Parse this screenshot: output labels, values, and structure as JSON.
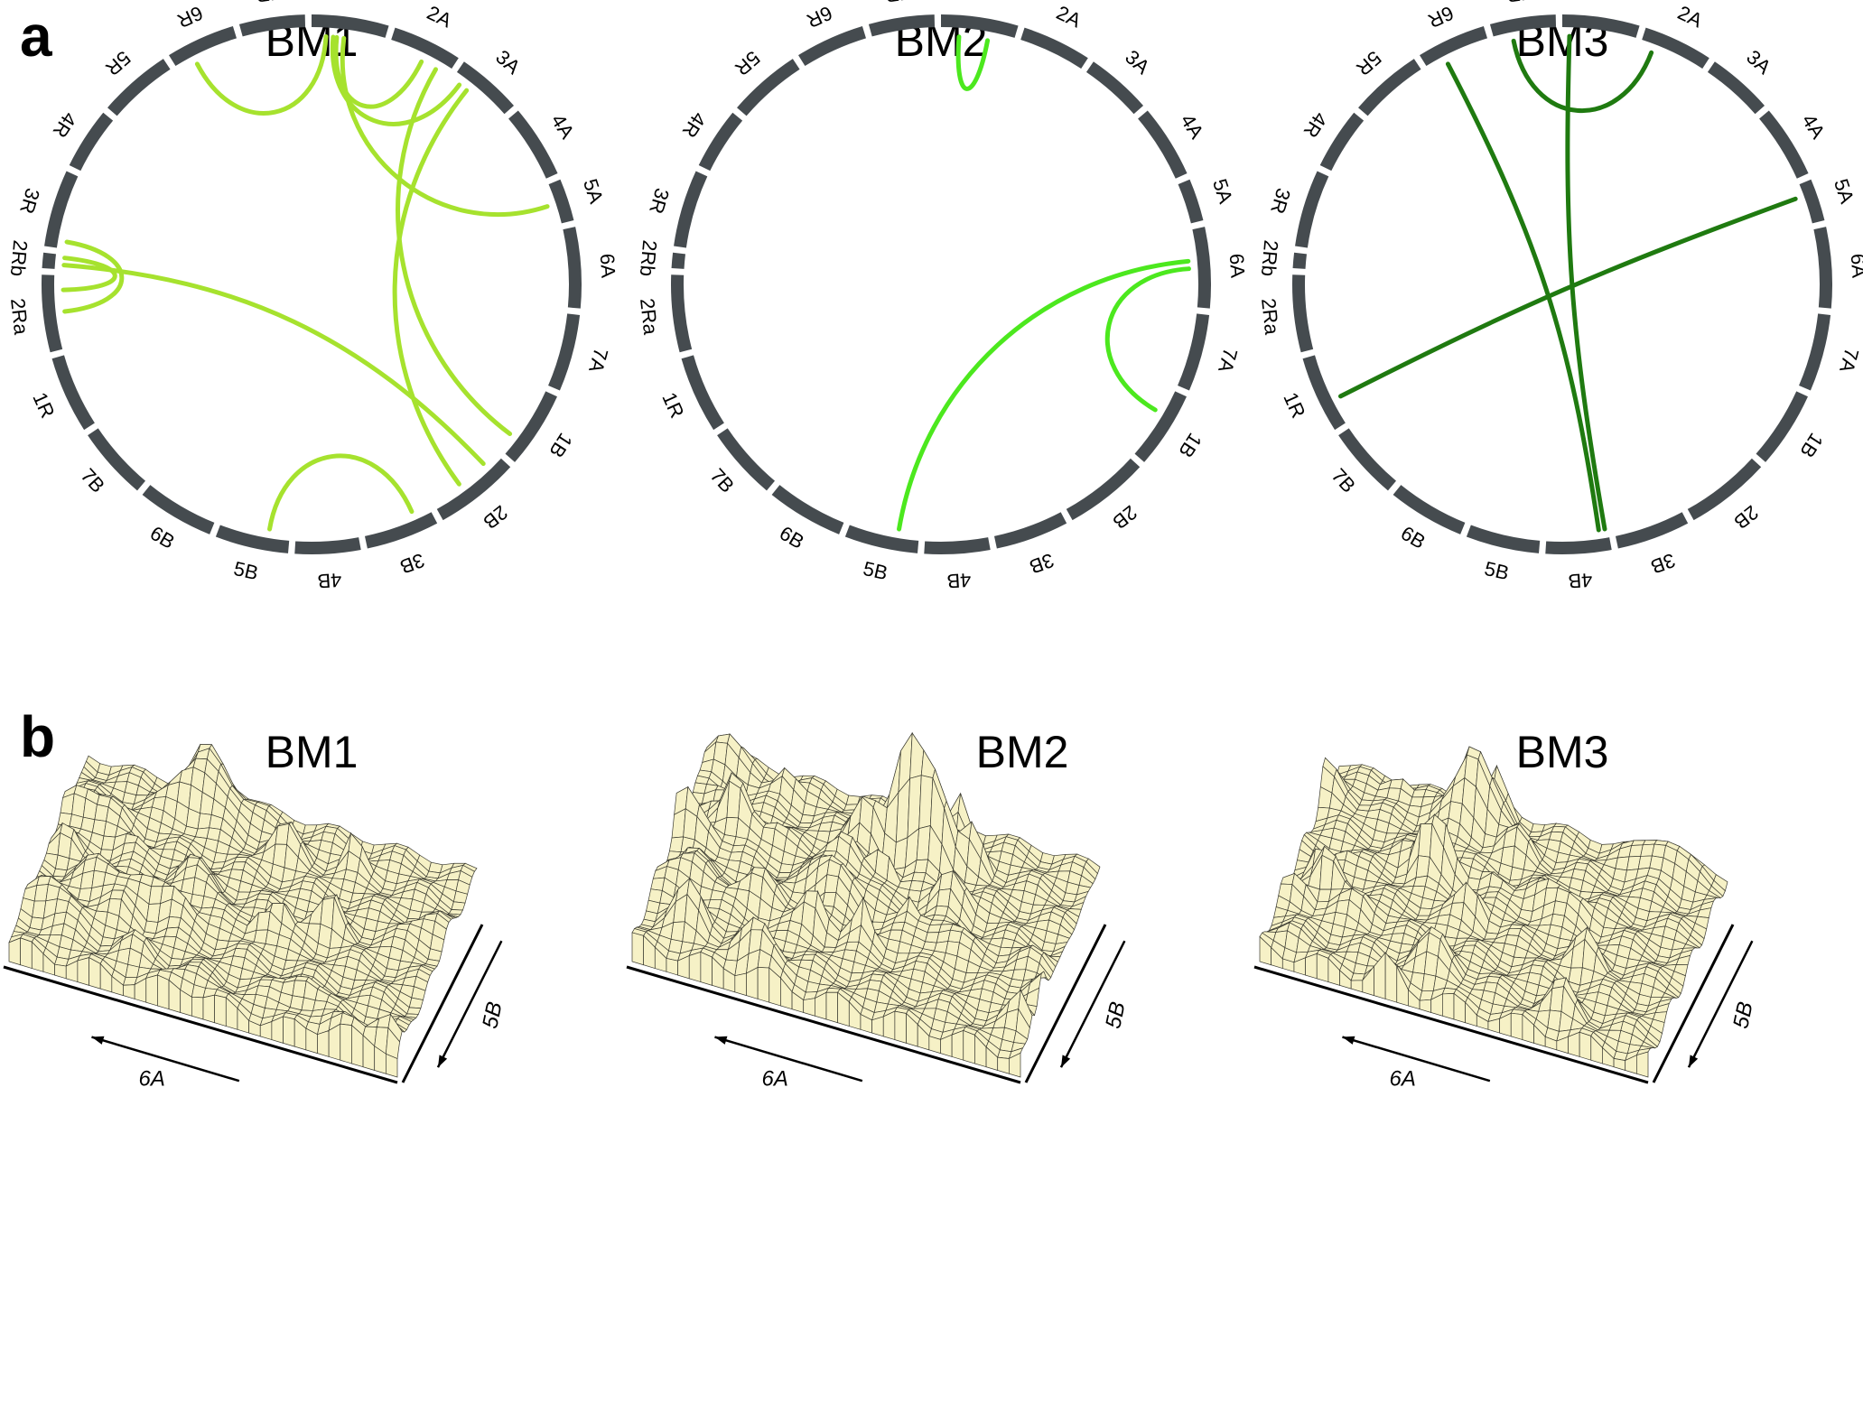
{
  "panel_a": {
    "letter": "a",
    "segment_color": "#454b4f",
    "segments": [
      "1A",
      "2A",
      "3A",
      "4A",
      "5A",
      "6A",
      "7A",
      "1B",
      "2B",
      "3B",
      "4B",
      "5B",
      "6B",
      "7B",
      "1R",
      "2Ra",
      "2Rb",
      "3R",
      "4R",
      "5R",
      "6R",
      "7R"
    ],
    "segment_weights": [
      1.0,
      0.9,
      0.85,
      0.95,
      0.55,
      1.05,
      1.0,
      1.0,
      1.1,
      0.95,
      0.85,
      0.95,
      1.0,
      0.95,
      1.0,
      1.0,
      0.2,
      1.0,
      0.8,
      0.95,
      0.9,
      0.85
    ],
    "circles": [
      {
        "title": "BM1",
        "link_color": "#a6e22e",
        "links": [
          {
            "from": "1A",
            "f": 0.2,
            "to": "6R",
            "t": 0.3
          },
          {
            "from": "1A",
            "f": 0.35,
            "to": "2A",
            "t": 0.55
          },
          {
            "from": "1A",
            "f": 0.3,
            "to": "3A",
            "t": 0.15
          },
          {
            "from": "1A",
            "f": 0.45,
            "to": "5A",
            "t": 0.5
          },
          {
            "from": "2A",
            "f": 0.8,
            "to": "1B",
            "t": 0.75
          },
          {
            "from": "3A",
            "f": 0.3,
            "to": "2B",
            "t": 0.6
          },
          {
            "from": "2Rb",
            "f": 0.3,
            "to": "2B",
            "t": 0.2
          },
          {
            "from": "2Rb",
            "f": 0.8,
            "to": "2Ra",
            "t": 0.8
          },
          {
            "from": "3R",
            "f": 0.1,
            "to": "2Ra",
            "t": 0.5
          },
          {
            "from": "3B",
            "f": 0.25,
            "to": "5B",
            "t": 0.3
          }
        ]
      },
      {
        "title": "BM2",
        "link_color": "#4ce81e",
        "links": [
          {
            "from": "1A",
            "f": 0.25,
            "to": "1A",
            "t": 0.65
          },
          {
            "from": "6A",
            "f": 0.4,
            "to": "5B",
            "t": 0.3
          },
          {
            "from": "6A",
            "f": 0.5,
            "to": "1B",
            "t": 0.35
          }
        ]
      },
      {
        "title": "BM3",
        "link_color": "#1f7a10",
        "links": [
          {
            "from": "6R",
            "f": 0.3,
            "to": "4B",
            "t": 0.15
          },
          {
            "from": "1A",
            "f": 0.1,
            "to": "4B",
            "t": 0.05
          },
          {
            "from": "7R",
            "f": 0.3,
            "to": "2A",
            "t": 0.2
          },
          {
            "from": "5A",
            "f": 0.3,
            "to": "1R",
            "t": 0.35
          }
        ]
      }
    ]
  },
  "panel_b": {
    "letter": "b",
    "surface_color": "#f6f1c6",
    "peak_color": "#e0241b",
    "mesh_color": "#3a3a30",
    "x_axis_label": "6A",
    "y_axis_label": "5B",
    "plots": [
      {
        "title": "BM1",
        "seed": 11,
        "base": 0.16,
        "amp": 0.55,
        "peaks": [
          [
            0.55,
            0.8,
            0.28
          ],
          [
            0.35,
            0.55,
            0.18
          ],
          [
            0.7,
            0.5,
            0.15
          ]
        ],
        "red_threshold": 2.0
      },
      {
        "title": "BM2",
        "seed": 23,
        "base": 0.18,
        "amp": 0.6,
        "peaks": [
          [
            0.55,
            0.8,
            1.0
          ],
          [
            0.62,
            0.78,
            0.85
          ],
          [
            0.45,
            0.75,
            0.55
          ],
          [
            0.7,
            0.6,
            0.35
          ]
        ],
        "red_threshold": 0.72
      },
      {
        "title": "BM3",
        "seed": 37,
        "base": 0.14,
        "amp": 0.5,
        "peaks": [
          [
            0.5,
            0.8,
            0.22
          ],
          [
            0.2,
            0.3,
            0.2
          ],
          [
            0.7,
            0.6,
            0.15
          ]
        ],
        "red_threshold": 2.0
      }
    ]
  }
}
